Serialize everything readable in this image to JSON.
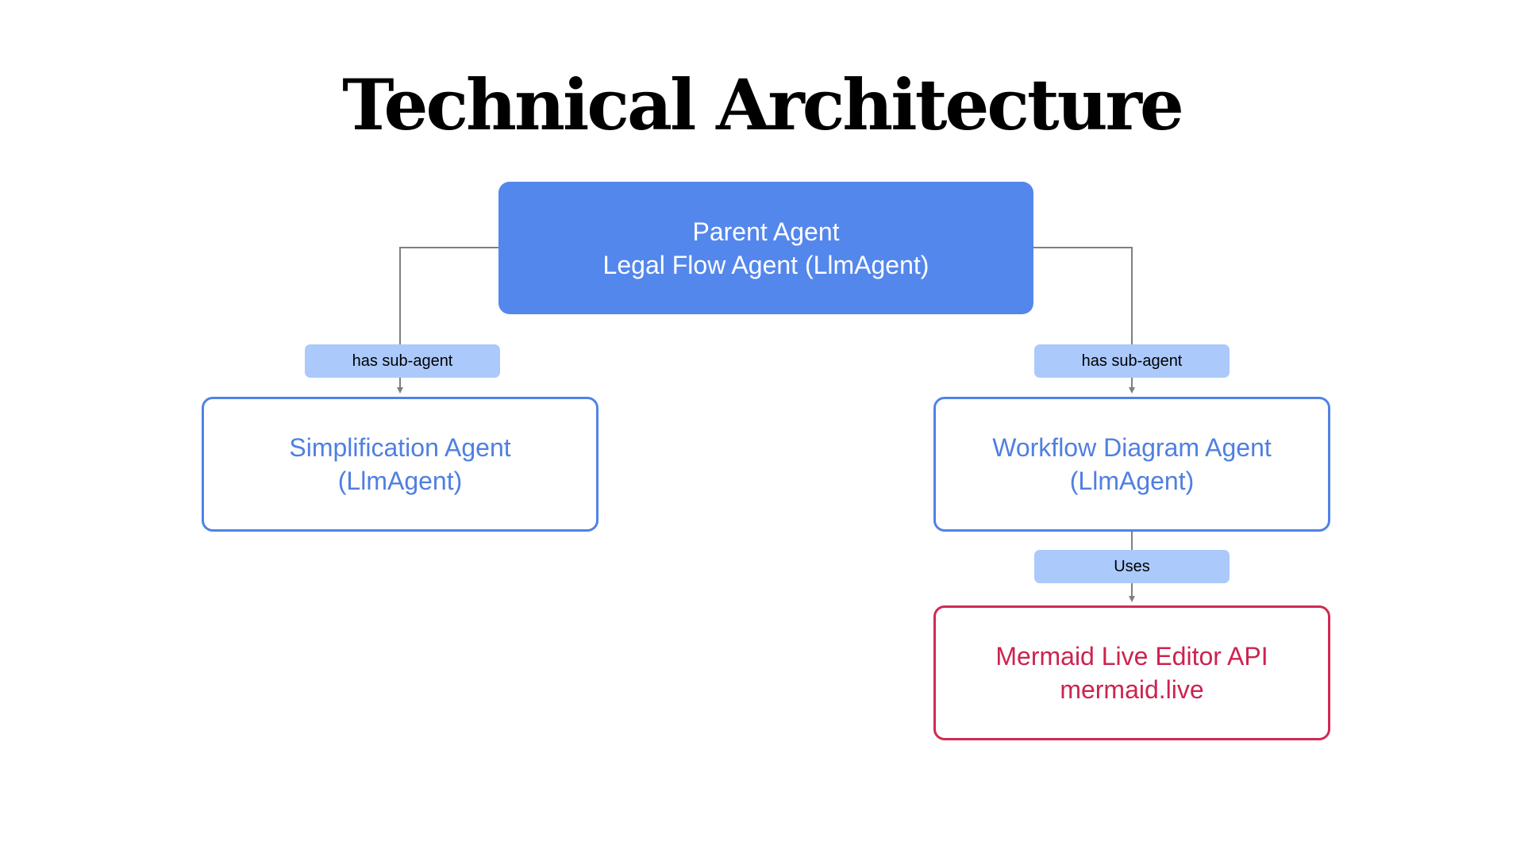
{
  "title": "Technical Architecture",
  "nodes": {
    "parent": {
      "line1": "Parent Agent",
      "line2": "Legal Flow Agent (LlmAgent)",
      "color": "#5487ec"
    },
    "simplification": {
      "line1": "Simplification Agent",
      "line2": "(LlmAgent)",
      "color": "#4f83e4"
    },
    "workflow": {
      "line1": "Workflow Diagram Agent",
      "line2": "(LlmAgent)",
      "color": "#4f83e4"
    },
    "mermaid": {
      "line1": "Mermaid Live Editor API",
      "line2": "mermaid.live",
      "color": "#d12a52"
    }
  },
  "edges": [
    {
      "from": "parent",
      "to": "simplification",
      "label": "has sub-agent"
    },
    {
      "from": "parent",
      "to": "workflow",
      "label": "has sub-agent"
    },
    {
      "from": "workflow",
      "to": "mermaid",
      "label": "Uses"
    }
  ],
  "colors": {
    "edge_label_bg": "#abc9fb",
    "connector": "#7f7f7f"
  }
}
